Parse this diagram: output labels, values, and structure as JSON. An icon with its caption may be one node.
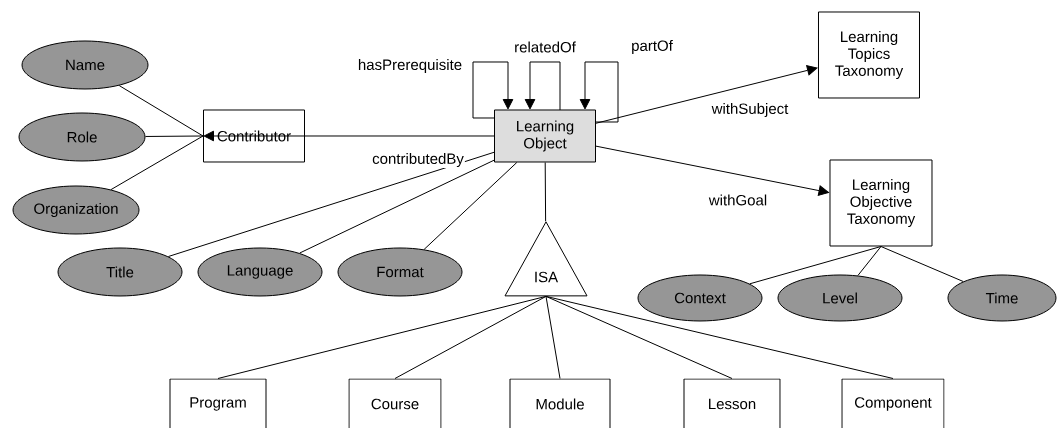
{
  "diagram": {
    "nodes": [
      {
        "text": [
          "Name"
        ]
      },
      {
        "text": [
          "Role"
        ]
      },
      {
        "text": [
          "Organization"
        ]
      },
      {
        "text": [
          "Contributor"
        ]
      },
      {
        "text": [
          "Learning Object"
        ]
      },
      {
        "text": [
          "Learning Topics Taxonomy"
        ]
      },
      {
        "text": [
          "Learning Objective Taxonomy"
        ]
      },
      {
        "text": [
          "Title"
        ]
      },
      {
        "text": [
          "Language"
        ]
      },
      {
        "text": [
          "Format"
        ]
      },
      {
        "text": [
          "ISA"
        ]
      },
      {
        "text": [
          "Context"
        ]
      },
      {
        "text": [
          "Level"
        ]
      },
      {
        "text": [
          "Time"
        ]
      },
      {
        "text": [
          "Program"
        ]
      },
      {
        "text": [
          "Course"
        ]
      },
      {
        "text": [
          "Module"
        ]
      },
      {
        "text": [
          "Lesson"
        ]
      },
      {
        "text": [
          "Component"
        ]
      }
    ],
    "edges": [
      {
        "from": 0,
        "to": 3,
        "arrow": "none"
      },
      {
        "from": 1,
        "to": 3,
        "arrow": "none"
      },
      {
        "from": 2,
        "to": 3,
        "arrow": "none"
      },
      {
        "from": 4,
        "to": 3,
        "arrow": "to",
        "label": "contributedBy"
      },
      {
        "from": 4,
        "to": 4,
        "arrow": "to",
        "label": "hasPrerequisite"
      },
      {
        "from": 4,
        "to": 4,
        "arrow": "to",
        "label": "relatedOf"
      },
      {
        "from": 4,
        "to": 4,
        "arrow": "to",
        "label": "partOf"
      },
      {
        "from": 4,
        "to": 5,
        "arrow": "to",
        "label": "withSubject"
      },
      {
        "from": 4,
        "to": 6,
        "arrow": "to",
        "label": "withGoal"
      },
      {
        "from": 7,
        "to": 4,
        "arrow": "none"
      },
      {
        "from": 8,
        "to": 4,
        "arrow": "none"
      },
      {
        "from": 9,
        "to": 4,
        "arrow": "none"
      },
      {
        "from": 4,
        "to": 10,
        "arrow": "none"
      },
      {
        "from": 10,
        "to": 14,
        "arrow": "none"
      },
      {
        "from": 10,
        "to": 15,
        "arrow": "none"
      },
      {
        "from": 10,
        "to": 16,
        "arrow": "none"
      },
      {
        "from": 10,
        "to": 17,
        "arrow": "none"
      },
      {
        "from": 10,
        "to": 18,
        "arrow": "none"
      },
      {
        "from": 6,
        "to": 11,
        "arrow": "none"
      },
      {
        "from": 6,
        "to": 12,
        "arrow": "none"
      },
      {
        "from": 6,
        "to": 13,
        "arrow": "none"
      }
    ]
  }
}
